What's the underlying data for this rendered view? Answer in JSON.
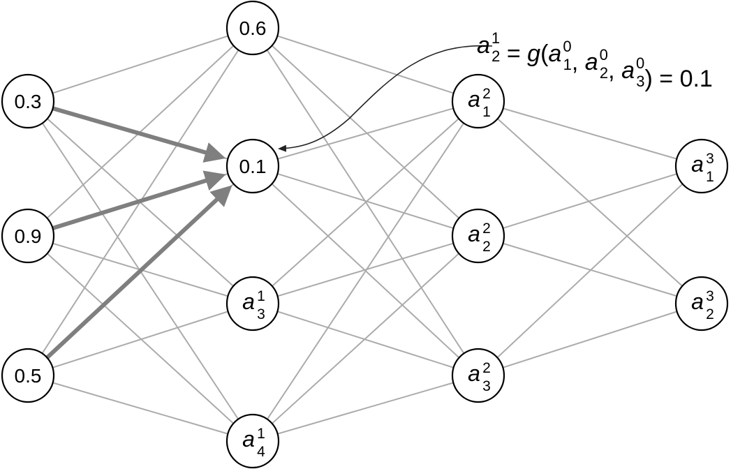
{
  "diagram": {
    "layers": [
      [
        {
          "text": "0.3"
        },
        {
          "text": "0.9"
        },
        {
          "text": "0.5"
        }
      ],
      [
        {
          "text": "0.6"
        },
        {
          "text": "0.1"
        },
        {
          "base": "a",
          "sup": "1",
          "sub": "3"
        },
        {
          "base": "a",
          "sup": "1",
          "sub": "4"
        }
      ],
      [
        {
          "base": "a",
          "sup": "2",
          "sub": "1"
        },
        {
          "base": "a",
          "sup": "2",
          "sub": "2"
        },
        {
          "base": "a",
          "sup": "2",
          "sub": "3"
        }
      ],
      [
        {
          "base": "a",
          "sup": "3",
          "sub": "1"
        },
        {
          "base": "a",
          "sup": "3",
          "sub": "2"
        }
      ]
    ],
    "highlighted_target": {
      "layer": 1,
      "node": 1
    },
    "colors": {
      "edge": "#ababab",
      "highlight": "#7f7f7f",
      "node_stroke": "#000000"
    },
    "annotation": {
      "lhs_base": "a",
      "lhs_sup": "1",
      "lhs_sub": "2",
      "eq1": " = ",
      "func": "g",
      "open": "(",
      "args": [
        {
          "base": "a",
          "sup": "0",
          "sub": "1"
        },
        {
          "base": "a",
          "sup": "0",
          "sub": "2"
        },
        {
          "base": "a",
          "sup": "0",
          "sub": "3"
        }
      ],
      "sep": ", ",
      "close": ")",
      "eq2": " = ",
      "result": "0.1"
    }
  }
}
